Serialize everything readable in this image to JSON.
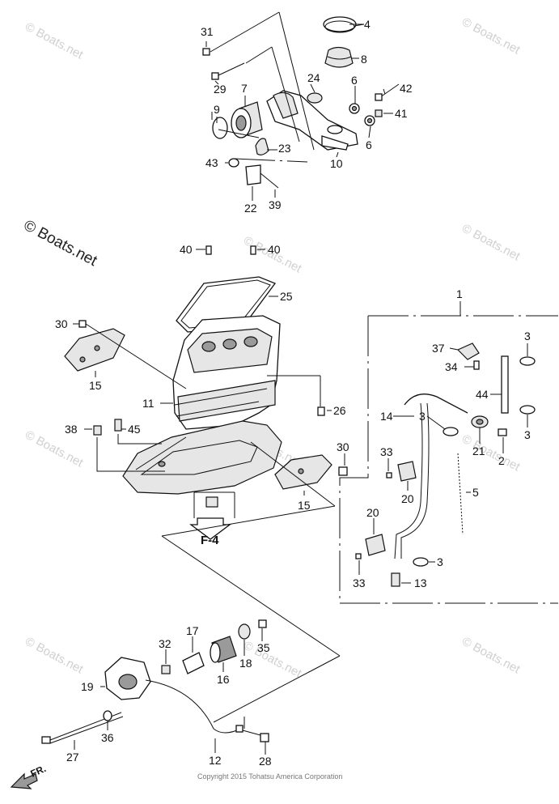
{
  "watermarks": {
    "main": "© Boats.net",
    "repeat": "© Boats.net"
  },
  "footer": {
    "copyright": "Copyright 2015 Tohatsu America Corporation"
  },
  "direction": {
    "label": "FR."
  },
  "reference": {
    "label": "F-4"
  },
  "labels": {
    "p1": "1",
    "p2": "2",
    "p3a": "3",
    "p3b": "3",
    "p3c": "3",
    "p3d": "3",
    "p4": "4",
    "p5": "5",
    "p6a": "6",
    "p6b": "6",
    "p7": "7",
    "p8": "8",
    "p9": "9",
    "p10": "10",
    "p11": "11",
    "p12": "12",
    "p13": "13",
    "p14": "14",
    "p15a": "15",
    "p15b": "15",
    "p16": "16",
    "p17": "17",
    "p18": "18",
    "p19": "19",
    "p20a": "20",
    "p20b": "20",
    "p21": "21",
    "p22": "22",
    "p23": "23",
    "p24": "24",
    "p25": "25",
    "p26": "26",
    "p27": "27",
    "p28": "28",
    "p29": "29",
    "p30a": "30",
    "p30b": "30",
    "p31": "31",
    "p32": "32",
    "p33a": "33",
    "p33b": "33",
    "p34": "34",
    "p35": "35",
    "p36": "36",
    "p37": "37",
    "p38": "38",
    "p39": "39",
    "p40a": "40",
    "p40b": "40",
    "p41": "41",
    "p42": "42",
    "p43": "43",
    "p44": "44",
    "p45": "45"
  }
}
